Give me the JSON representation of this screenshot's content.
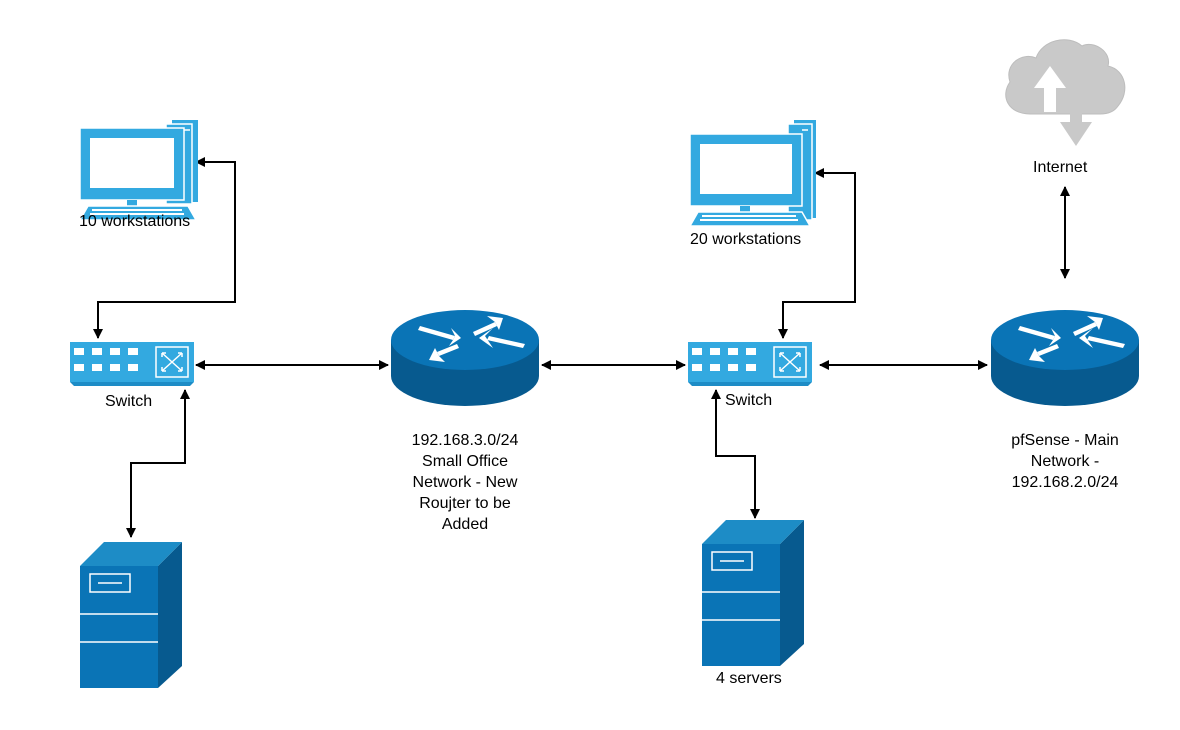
{
  "colors": {
    "device_blue": "#0a74b6",
    "device_dark": "#075a8f",
    "monitor_blue": "#33a9e0",
    "cloud_grey": "#c9c9c9",
    "line": "#000000"
  },
  "nodes": {
    "workstations_left": {
      "label": "10 workstations",
      "icon": "desktop-computer-icon"
    },
    "workstations_right": {
      "label": "20 workstations",
      "icon": "desktop-computer-icon"
    },
    "switch_left": {
      "label": "Switch",
      "icon": "network-switch-icon"
    },
    "switch_right": {
      "label": "Switch",
      "icon": "network-switch-icon"
    },
    "router_office": {
      "lines": [
        "192.168.3.0/24",
        "Small Office",
        "Network - New",
        "Roujter to be",
        "Added"
      ],
      "icon": "router-icon"
    },
    "router_pfsense": {
      "lines": [
        "pfSense - Main",
        "Network -",
        "192.168.2.0/24"
      ],
      "icon": "router-icon"
    },
    "server_left": {
      "label": "",
      "icon": "server-tower-icon"
    },
    "servers_right": {
      "label": "4 servers",
      "icon": "server-tower-icon"
    },
    "internet": {
      "label": "Internet",
      "icon": "cloud-icon"
    }
  }
}
